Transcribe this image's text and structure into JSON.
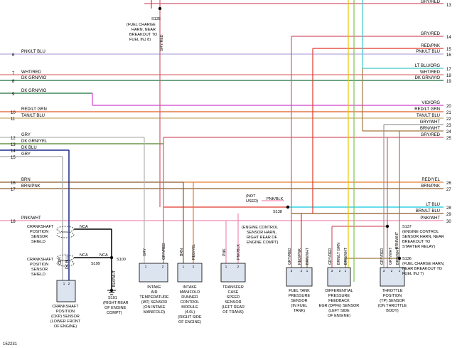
{
  "diagram": {
    "id": "152231",
    "left_pins": [
      {
        "pin": "6",
        "label": "PNK/LT BLU"
      },
      {
        "pin": "7",
        "label": "WHT/RED"
      },
      {
        "pin": "8",
        "label": "DK GRN/VIO"
      },
      {
        "pin": "9",
        "label": "DK GRN/VIO"
      },
      {
        "pin": "10",
        "label": "RED/LT GRN"
      },
      {
        "pin": "11",
        "label": "TAN/LT BLU"
      },
      {
        "pin": "12",
        "label": "GRY"
      },
      {
        "pin": "13",
        "label": "DK GRN/YEL"
      },
      {
        "pin": "14",
        "label": "DK BLU"
      },
      {
        "pin": "15",
        "label": "GRY"
      },
      {
        "pin": "16",
        "label": "BRN"
      },
      {
        "pin": "17",
        "label": "BRN/PNK"
      },
      {
        "pin": "18",
        "label": "PNK/WHT"
      }
    ],
    "right_pins": [
      {
        "pin": "13",
        "label": "GRY/RED"
      },
      {
        "pin": "14",
        "label": "GRY/RED"
      },
      {
        "pin": "15",
        "label": "RED/PNK"
      },
      {
        "pin": "16",
        "label": "PNK/LT BLU"
      },
      {
        "pin": "17",
        "label": "LT BLU/ORG"
      },
      {
        "pin": "18",
        "label": "WHT/RED"
      },
      {
        "pin": "19",
        "label": "DK GRN/VIO"
      },
      {
        "pin": "20",
        "label": "VIO/ORG"
      },
      {
        "pin": "21",
        "label": "RED/LT GRN"
      },
      {
        "pin": "22",
        "label": "TAN/LT BLU"
      },
      {
        "pin": "23",
        "label": "GRY/WHT"
      },
      {
        "pin": "24",
        "label": "BRN/WHT"
      },
      {
        "pin": "25",
        "label": "GRY/RED"
      },
      {
        "pin": "26",
        "label": "RED/YEL"
      },
      {
        "pin": "27",
        "label": "BRN/PNK"
      },
      {
        "pin": "28",
        "label": "LT BLU"
      },
      {
        "pin": "29",
        "label": "BRN/LT BLU"
      },
      {
        "pin": "30",
        "label": "PNK/WHT"
      }
    ],
    "splices": {
      "s135_top": {
        "name": "S135",
        "l1": "(FUEL CHARGE",
        "l2": "HARN, NEAR",
        "l3": "BREAKOUT TO",
        "l4": "FUEL INJ 8)"
      },
      "s138": {
        "name": "S138"
      },
      "s138_desc": {
        "l1": "(ENGINE CONTROL",
        "l2": "SENSOR HARN,",
        "l3": "RIGHT REAR OF",
        "l4": "ENGINE COMPT)"
      },
      "s137": {
        "name": "S137",
        "l1": "(ENGINE CONTROL",
        "l2": "SENSOR HARN, NEAR",
        "l3": "BREAKOUT TO",
        "l4": "STARTER RELAY)"
      },
      "s136": {
        "name": "S136",
        "l1": "(FUEL CHARGE HARN,",
        "l2": "NEAR BREAKOUT TO",
        "l3": "FUEL INJ 7)"
      },
      "s199": {
        "name": "S199"
      },
      "s100": {
        "name": "S100"
      },
      "s101": {
        "name": "S101",
        "l1": "(RIGHT REAR",
        "l2": "OF ENGINE",
        "l3": "COMPT)"
      }
    },
    "not_used": {
      "l1": "(NOT",
      "l2": "USED)",
      "wire": "PNK/BLK"
    },
    "shields": {
      "s1": {
        "l1": "CRANKSHAFT",
        "l2": "POSITION",
        "l3": "SENSOR",
        "l4": "SHIELD",
        "nca": "NCA"
      },
      "s2": {
        "l1": "CRANKSHAFT",
        "l2": "POSITION",
        "l3": "SENSOR",
        "l4": "SHIELD",
        "nca1": "NCA",
        "nca2": "NCA"
      }
    },
    "vertical_wire_labels": {
      "top_gry_red": "GRY/RED",
      "ckp_gry": "GRY",
      "ckp_dkblu": "DK BLU",
      "ground_blk": "BLK/WHT",
      "iat_gry": "GRY",
      "iat_gryred": "GRY/RED",
      "imrc_brn": "BRN",
      "imrc_redyel": "RED/YEL",
      "tc_pnk": "PNK",
      "tc_pnkblk": "PNK/BLK",
      "ft_gryred": "GRY/RED",
      "ft_redpnk": "RED/PNK",
      "ft_brnwht": "BRN/WHT",
      "dp_gryred": "GRY/RED",
      "dp_brnltgrn": "BRN/LT GRN",
      "dp_brnwht": "BRN/WHT",
      "tp_gryred": "GRY/RED",
      "tp_grywht": "GRY/WHT",
      "tp_brnwht": "BRN/WHT",
      "s137_brnwht": "BRN/WHT"
    },
    "components": {
      "ckp": {
        "l1": "CRANKSHAFT",
        "l2": "POSITION",
        "l3": "(CKP) SENSOR",
        "l4": "(LOWER FRONT",
        "l5": "OF ENGINE)"
      },
      "iat": {
        "l1": "INTAKE",
        "l2": "AIR",
        "l3": "TEMPERATURE",
        "l4": "(IAT) SENSOR",
        "l5": "(ON INTAKE",
        "l6": "MANIFOLD)"
      },
      "imrc": {
        "l1": "INTAKE",
        "l2": "MANIFOLD",
        "l3": "RUNNER",
        "l4": "CONTROL",
        "l5": "MODULE",
        "l6": "(4.0L)",
        "l7": "(RIGHT SIDE",
        "l8": "OF ENGINE)"
      },
      "tc": {
        "l1": "TRANSFER",
        "l2": "CASE",
        "l3": "SPEED",
        "l4": "SENSOR",
        "l5": "(LEFT REAR",
        "l6": "OF TRANS)"
      },
      "ft": {
        "l1": "FUEL TANK",
        "l2": "PRESSURE",
        "l3": "SENSOR",
        "l4": "(IN FUEL",
        "l5": "TANK)"
      },
      "dp": {
        "l1": "DIFFERENTIAL",
        "l2": "PRESSURE",
        "l3": "FEEDBACK",
        "l4": "EGR (DPFE) SENSOR",
        "l5": "(LEFT SIDE",
        "l6": "OF ENGINE)"
      },
      "tp": {
        "l1": "THROTTLE",
        "l2": "POSITION",
        "l3": "(TP) SENSOR",
        "l4": "(ON THROTTLE",
        "l5": "BODY)"
      }
    },
    "pin_numbers": {
      "a": "1",
      "b": "2",
      "c": "3"
    },
    "colors": {
      "gry": "#b4b4b4",
      "gry_red": "#d45a6e",
      "red": "#e0362a",
      "pnk": "#f08ab4",
      "pnk_ltblu": "#b8a6e0",
      "wht_red": "#e07878",
      "dkgrn": "#1f6f3c",
      "vio": "#d040d0",
      "red_ltgrn": "#e05a28",
      "tan": "#c8aa6e",
      "dkgrn_yel": "#4f7f2a",
      "dkblu": "#1c2c8c",
      "brn": "#8c5a2a",
      "red_yel": "#e87a2a",
      "ltblu": "#32d2e6",
      "ltblu_org": "#3cc8c8",
      "gry_wht": "#9a9a9a",
      "brn_wht": "#a07840",
      "yel": "#e6c800",
      "ltgrn": "#7ac842",
      "black": "#000000",
      "box": "#dce4f0"
    }
  }
}
